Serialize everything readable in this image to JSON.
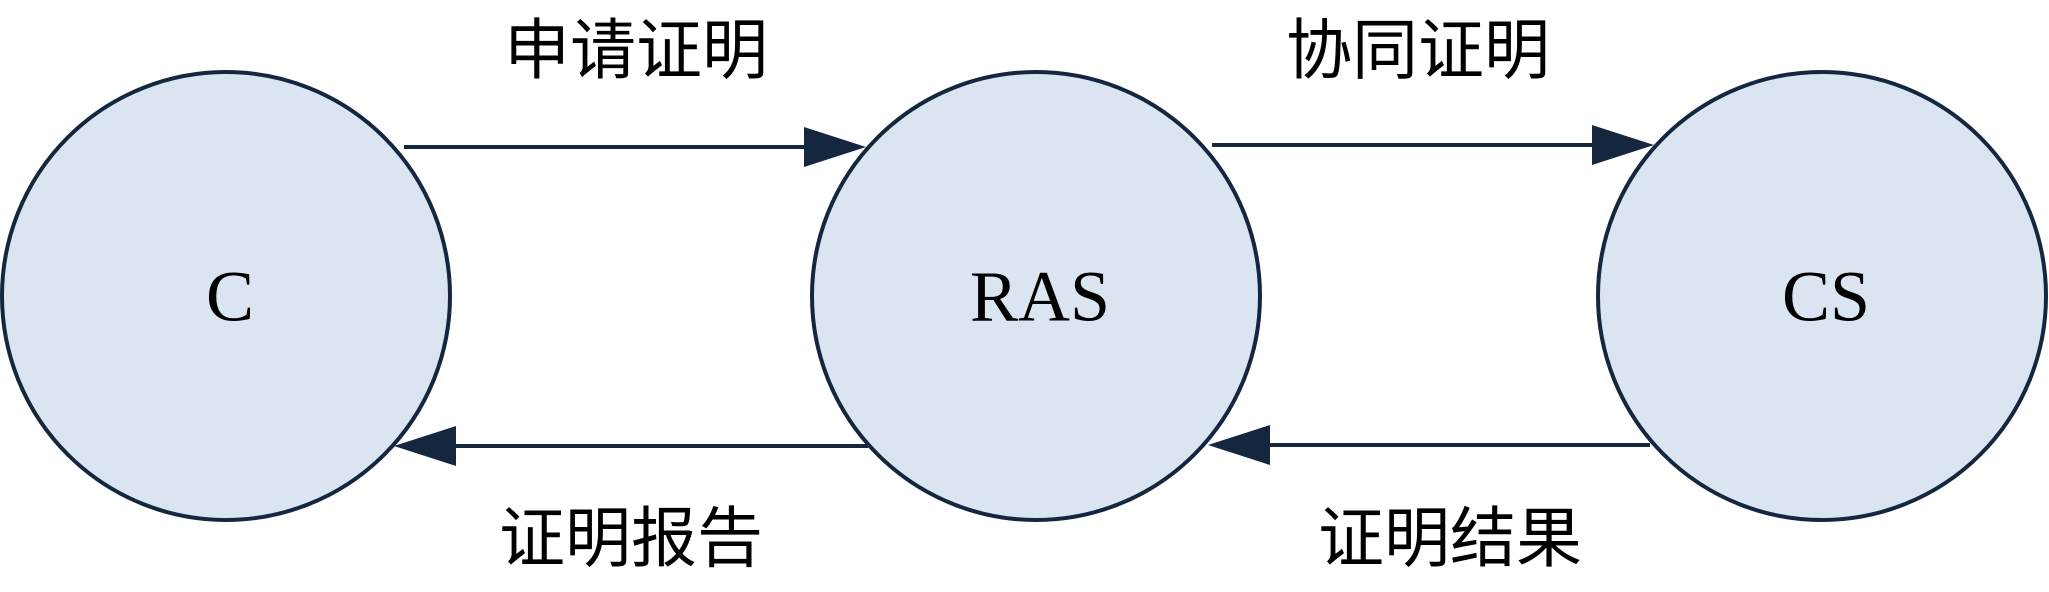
{
  "nodes": [
    {
      "id": "c",
      "label": "C"
    },
    {
      "id": "ras",
      "label": "RAS"
    },
    {
      "id": "cs",
      "label": "CS"
    }
  ],
  "edges": [
    {
      "id": "c-to-ras",
      "from": "c",
      "to": "ras",
      "label": "申请证明"
    },
    {
      "id": "ras-to-cs",
      "from": "ras",
      "to": "cs",
      "label": "协同证明"
    },
    {
      "id": "ras-to-c",
      "from": "ras",
      "to": "c",
      "label": "证明报告"
    },
    {
      "id": "cs-to-ras",
      "from": "cs",
      "to": "ras",
      "label": "证明结果"
    }
  ],
  "colors": {
    "node_fill": "#dbe5f1",
    "stroke": "#14273f",
    "text": "#000000"
  }
}
